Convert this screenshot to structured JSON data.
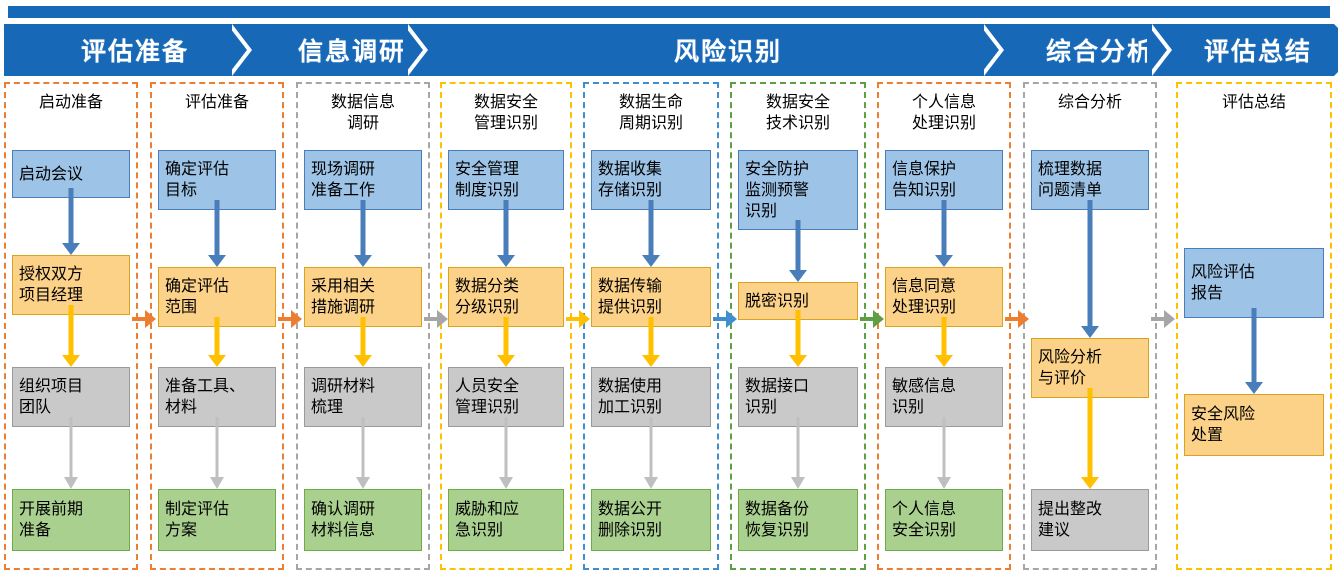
{
  "banner": {
    "phases": [
      {
        "label": "评估准备"
      },
      {
        "label": "信息调研"
      },
      {
        "label": "风险识别"
      },
      {
        "label": "综合分析"
      },
      {
        "label": "评估总结"
      }
    ],
    "bar_color": "#1769B8"
  },
  "palette": {
    "blue_fill": "#9DC3E6",
    "blue_border": "#4A7EBB",
    "yellow_fill": "#FCD188",
    "yellow_border": "#D9A31E",
    "gray_fill": "#C9C9C9",
    "gray_border": "#9A9A9A",
    "green_fill": "#A9D08E",
    "green_border": "#6FAC46",
    "lane_orange": "#ED7D31",
    "lane_gray": "#A6A6A6",
    "lane_yellow": "#FFC000",
    "lane_blue": "#3F8FD0",
    "lane_green": "#5E9E45"
  },
  "lanes": [
    {
      "id": "lane-startup-prep",
      "title": "启动准备",
      "border_color": "#ED7D31",
      "nodes": [
        {
          "label": "启动会议",
          "color": "blue"
        },
        {
          "label": "授权双方\n项目经理",
          "color": "yellow"
        },
        {
          "label": "组织项目\n团队",
          "color": "gray"
        },
        {
          "label": "开展前期\n准备",
          "color": "green"
        }
      ]
    },
    {
      "id": "lane-assessment-prep",
      "title": "评估准备",
      "border_color": "#ED7D31",
      "nodes": [
        {
          "label": "确定评估\n目标",
          "color": "blue"
        },
        {
          "label": "确定评估\n范围",
          "color": "yellow"
        },
        {
          "label": "准备工具、\n材料",
          "color": "gray"
        },
        {
          "label": "制定评估\n方案",
          "color": "green"
        }
      ]
    },
    {
      "id": "lane-data-info-research",
      "title": "数据信息\n调研",
      "border_color": "#A6A6A6",
      "nodes": [
        {
          "label": "现场调研\n准备工作",
          "color": "blue"
        },
        {
          "label": "采用相关\n措施调研",
          "color": "yellow"
        },
        {
          "label": "调研材料\n梳理",
          "color": "gray"
        },
        {
          "label": "确认调研\n材料信息",
          "color": "green"
        }
      ]
    },
    {
      "id": "lane-data-security-mgmt",
      "title": "数据安全\n管理识别",
      "border_color": "#FFC000",
      "nodes": [
        {
          "label": "安全管理\n制度识别",
          "color": "blue"
        },
        {
          "label": "数据分类\n分级识别",
          "color": "yellow"
        },
        {
          "label": "人员安全\n管理识别",
          "color": "gray"
        },
        {
          "label": "威胁和应\n急识别",
          "color": "green"
        }
      ]
    },
    {
      "id": "lane-data-lifecycle",
      "title": "数据生命\n周期识别",
      "border_color": "#3F8FD0",
      "nodes": [
        {
          "label": "数据收集\n存储识别",
          "color": "blue"
        },
        {
          "label": "数据传输\n提供识别",
          "color": "yellow"
        },
        {
          "label": "数据使用\n加工识别",
          "color": "gray"
        },
        {
          "label": "数据公开\n删除识别",
          "color": "green"
        }
      ]
    },
    {
      "id": "lane-data-security-tech",
      "title": "数据安全\n技术识别",
      "border_color": "#5E9E45",
      "nodes": [
        {
          "label": "安全防护\n监测预警\n识别",
          "color": "blue"
        },
        {
          "label": "脱密识别",
          "color": "yellow"
        },
        {
          "label": "数据接口\n识别",
          "color": "gray"
        },
        {
          "label": "数据备份\n恢复识别",
          "color": "green"
        }
      ]
    },
    {
      "id": "lane-personal-info",
      "title": "个人信息\n处理识别",
      "border_color": "#ED7D31",
      "nodes": [
        {
          "label": "信息保护\n告知识别",
          "color": "blue"
        },
        {
          "label": "信息同意\n处理识别",
          "color": "yellow"
        },
        {
          "label": "敏感信息\n识别",
          "color": "gray"
        },
        {
          "label": "个人信息\n安全识别",
          "color": "green"
        }
      ]
    },
    {
      "id": "lane-comprehensive-analysis",
      "title": "综合分析",
      "border_color": "#A6A6A6",
      "nodes": [
        {
          "label": "梳理数据\n问题清单",
          "color": "blue"
        },
        {
          "label": "风险分析\n与评价",
          "color": "yellow"
        },
        {
          "label": "提出整改\n建议",
          "color": "gray"
        }
      ]
    },
    {
      "id": "lane-assessment-summary",
      "title": "评估总结",
      "border_color": "#FFC000",
      "nodes": [
        {
          "label": "风险评估\n报告",
          "color": "blue"
        },
        {
          "label": "安全风险\n处置",
          "color": "yellow"
        }
      ]
    }
  ],
  "lane_arrows": [
    {
      "name": "arrow-lane1-to-lane2",
      "color": "#ED7D31"
    },
    {
      "name": "arrow-lane2-to-lane3",
      "color": "#ED7D31"
    },
    {
      "name": "arrow-lane3-to-lane4",
      "color": "#A6A6A6"
    },
    {
      "name": "arrow-lane4-to-lane5",
      "color": "#FFC000"
    },
    {
      "name": "arrow-lane5-to-lane6",
      "color": "#3F8FD0"
    },
    {
      "name": "arrow-lane6-to-lane7",
      "color": "#5E9E45"
    },
    {
      "name": "arrow-lane7-to-lane8",
      "color": "#ED7D31"
    },
    {
      "name": "arrow-lane8-to-lane9",
      "color": "#A6A6A6"
    }
  ]
}
